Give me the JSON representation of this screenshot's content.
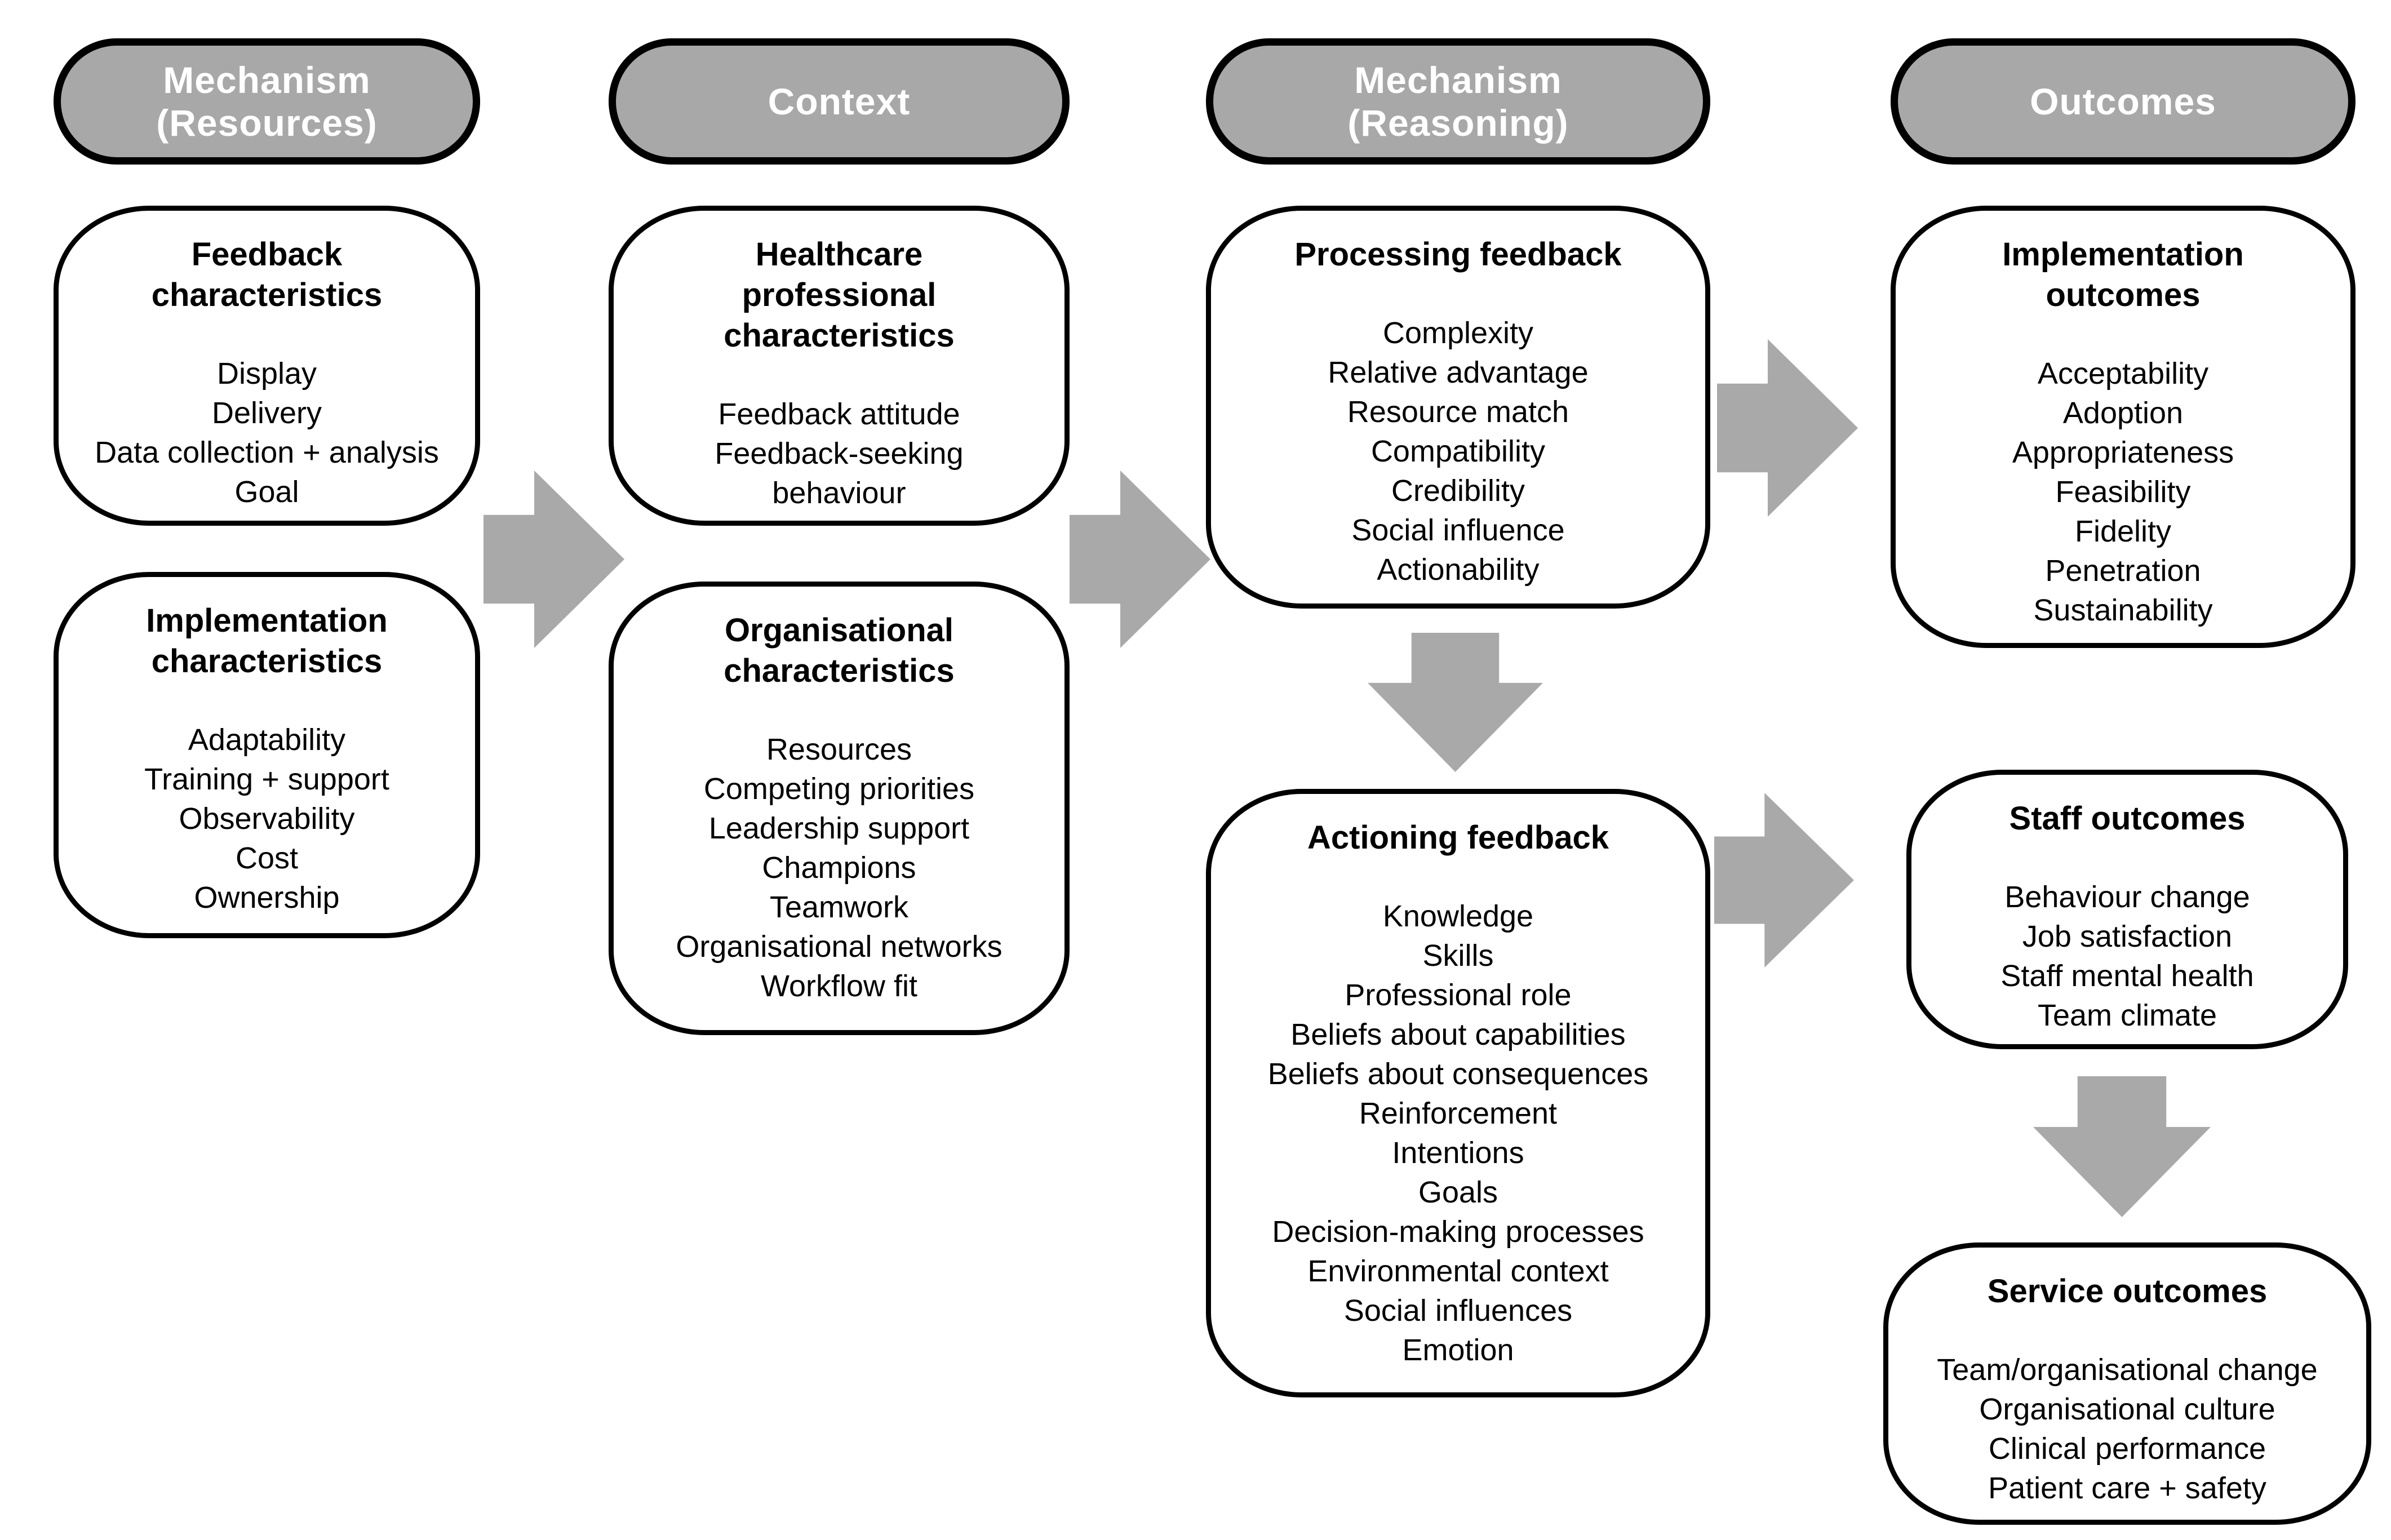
{
  "colors": {
    "header_fill": "#a8a8a8",
    "header_text": "#ffffff",
    "arrow_fill": "#a9a9a9",
    "box_fill": "#ffffff",
    "border": "#000000",
    "text": "#000000"
  },
  "headers": {
    "mechanism_resources": {
      "label": "Mechanism\n(Resources)"
    },
    "context": {
      "label": "Context"
    },
    "mechanism_reasoning": {
      "label": "Mechanism\n(Reasoning)"
    },
    "outcomes": {
      "label": "Outcomes"
    }
  },
  "boxes": {
    "feedback_characteristics": {
      "title": "Feedback\ncharacteristics",
      "items": [
        "Display",
        "Delivery",
        "Data collection + analysis",
        "Goal"
      ]
    },
    "implementation_characteristics": {
      "title": "Implementation\ncharacteristics",
      "items": [
        "Adaptability",
        "Training + support",
        "Observability",
        "Cost",
        "Ownership"
      ]
    },
    "healthcare_professional_characteristics": {
      "title": "Healthcare\nprofessional\ncharacteristics",
      "items": [
        "Feedback attitude",
        "Feedback-seeking\nbehaviour"
      ]
    },
    "organisational_characteristics": {
      "title": "Organisational\ncharacteristics",
      "items": [
        "Resources",
        "Competing priorities",
        "Leadership support",
        "Champions",
        "Teamwork",
        "Organisational networks",
        "Workflow fit"
      ]
    },
    "processing_feedback": {
      "title": "Processing feedback",
      "items": [
        "Complexity",
        "Relative advantage",
        "Resource match",
        "Compatibility",
        "Credibility",
        "Social influence",
        "Actionability"
      ]
    },
    "actioning_feedback": {
      "title": "Actioning feedback",
      "items": [
        "Knowledge",
        "Skills",
        "Professional role",
        "Beliefs about capabilities",
        "Beliefs about consequences",
        "Reinforcement",
        "Intentions",
        "Goals",
        "Decision-making processes",
        "Environmental context",
        "Social influences",
        "Emotion"
      ]
    },
    "implementation_outcomes": {
      "title": "Implementation\noutcomes",
      "items": [
        "Acceptability",
        "Adoption",
        "Appropriateness",
        "Feasibility",
        "Fidelity",
        "Penetration",
        "Sustainability"
      ]
    },
    "staff_outcomes": {
      "title": "Staff outcomes",
      "items": [
        "Behaviour change",
        "Job satisfaction",
        "Staff mental health",
        "Team climate"
      ]
    },
    "service_outcomes": {
      "title": "Service outcomes",
      "items": [
        "Team/organisational change",
        "Organisational culture",
        "Clinical performance",
        "Patient care + safety"
      ]
    }
  }
}
